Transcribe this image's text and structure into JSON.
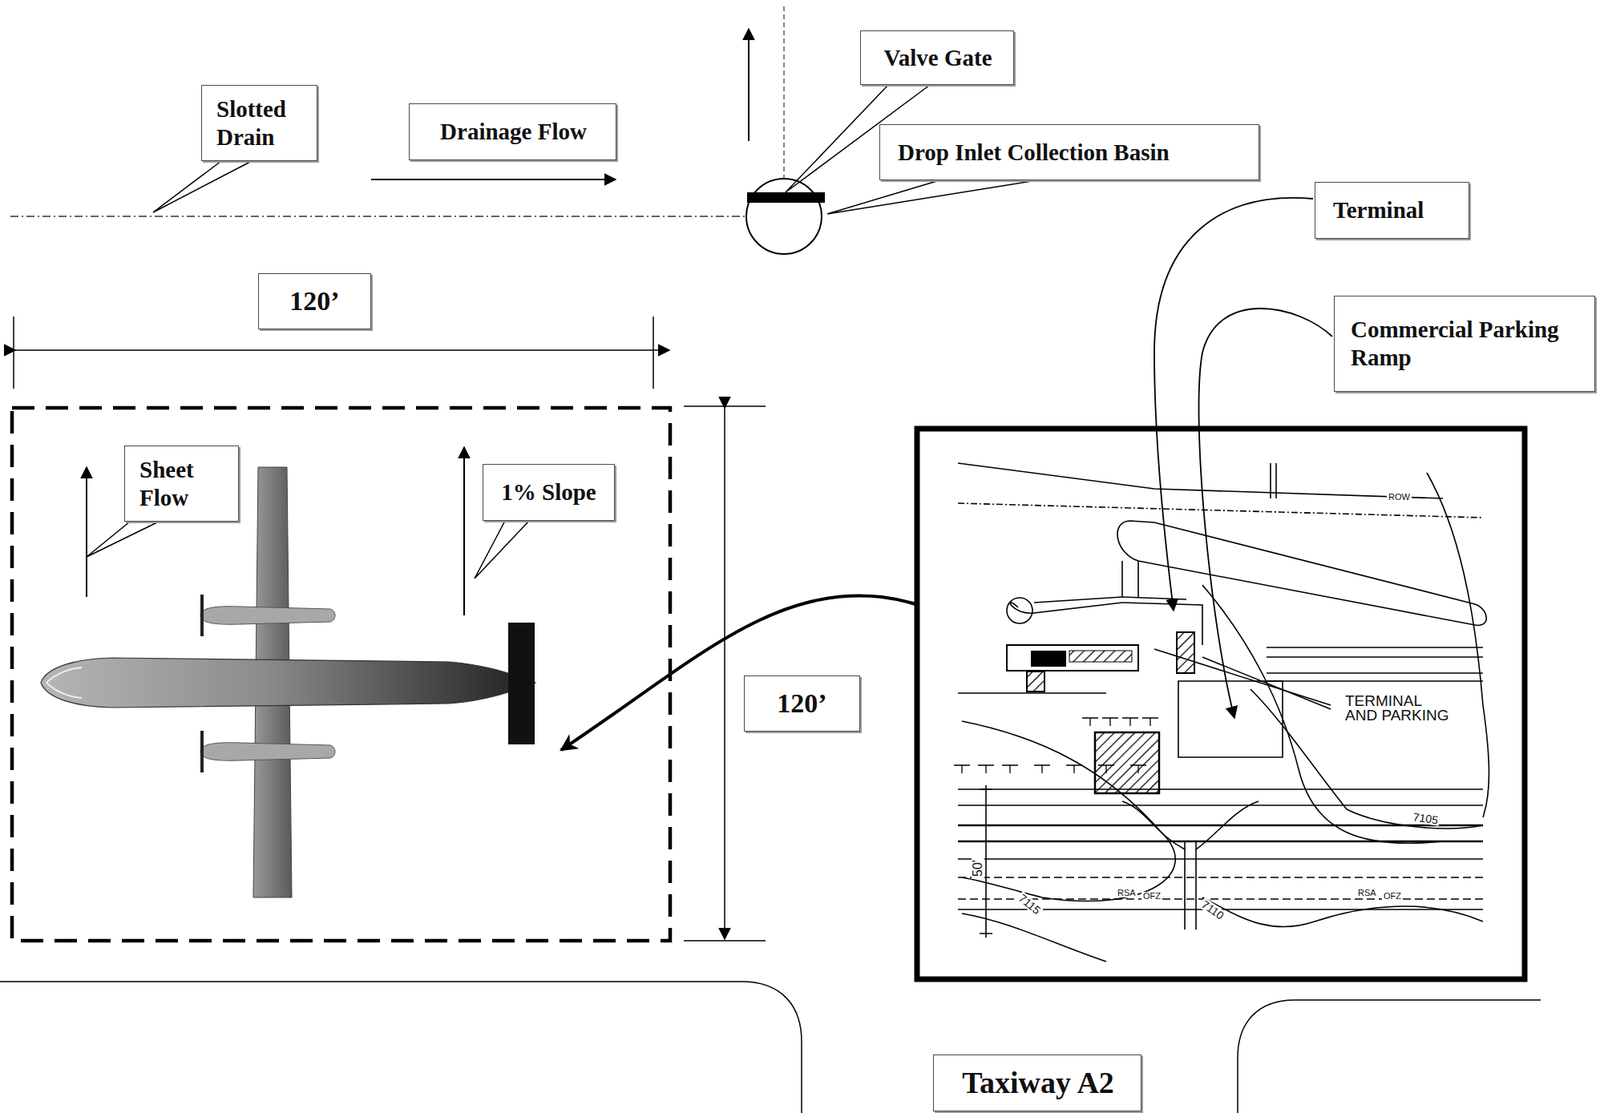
{
  "diagram": {
    "nodes": [
      {
        "text": [
          "Valve Gate"
        ]
      },
      {
        "text": [
          "Slotted Drain"
        ]
      },
      {
        "text": [
          "Drainage Flow"
        ]
      },
      {
        "text": [
          "Drop Inlet Collection Basin"
        ]
      },
      {
        "text": [
          "Terminal"
        ]
      },
      {
        "text": [
          "120’"
        ]
      },
      {
        "text": [
          "Commercial Parking Ramp"
        ]
      },
      {
        "text": [
          "Sheet Flow"
        ]
      },
      {
        "text": [
          "1% Slope"
        ]
      },
      {
        "text": [
          "120’"
        ]
      },
      {
        "text": [
          "Taxiway A2"
        ]
      }
    ],
    "labels": [
      "TERMINAL AND PARKING",
      "7105",
      "7110",
      "7115",
      "50'",
      "RSA",
      "OFZ",
      "RSA",
      "OFZ",
      "ROW"
    ]
  }
}
